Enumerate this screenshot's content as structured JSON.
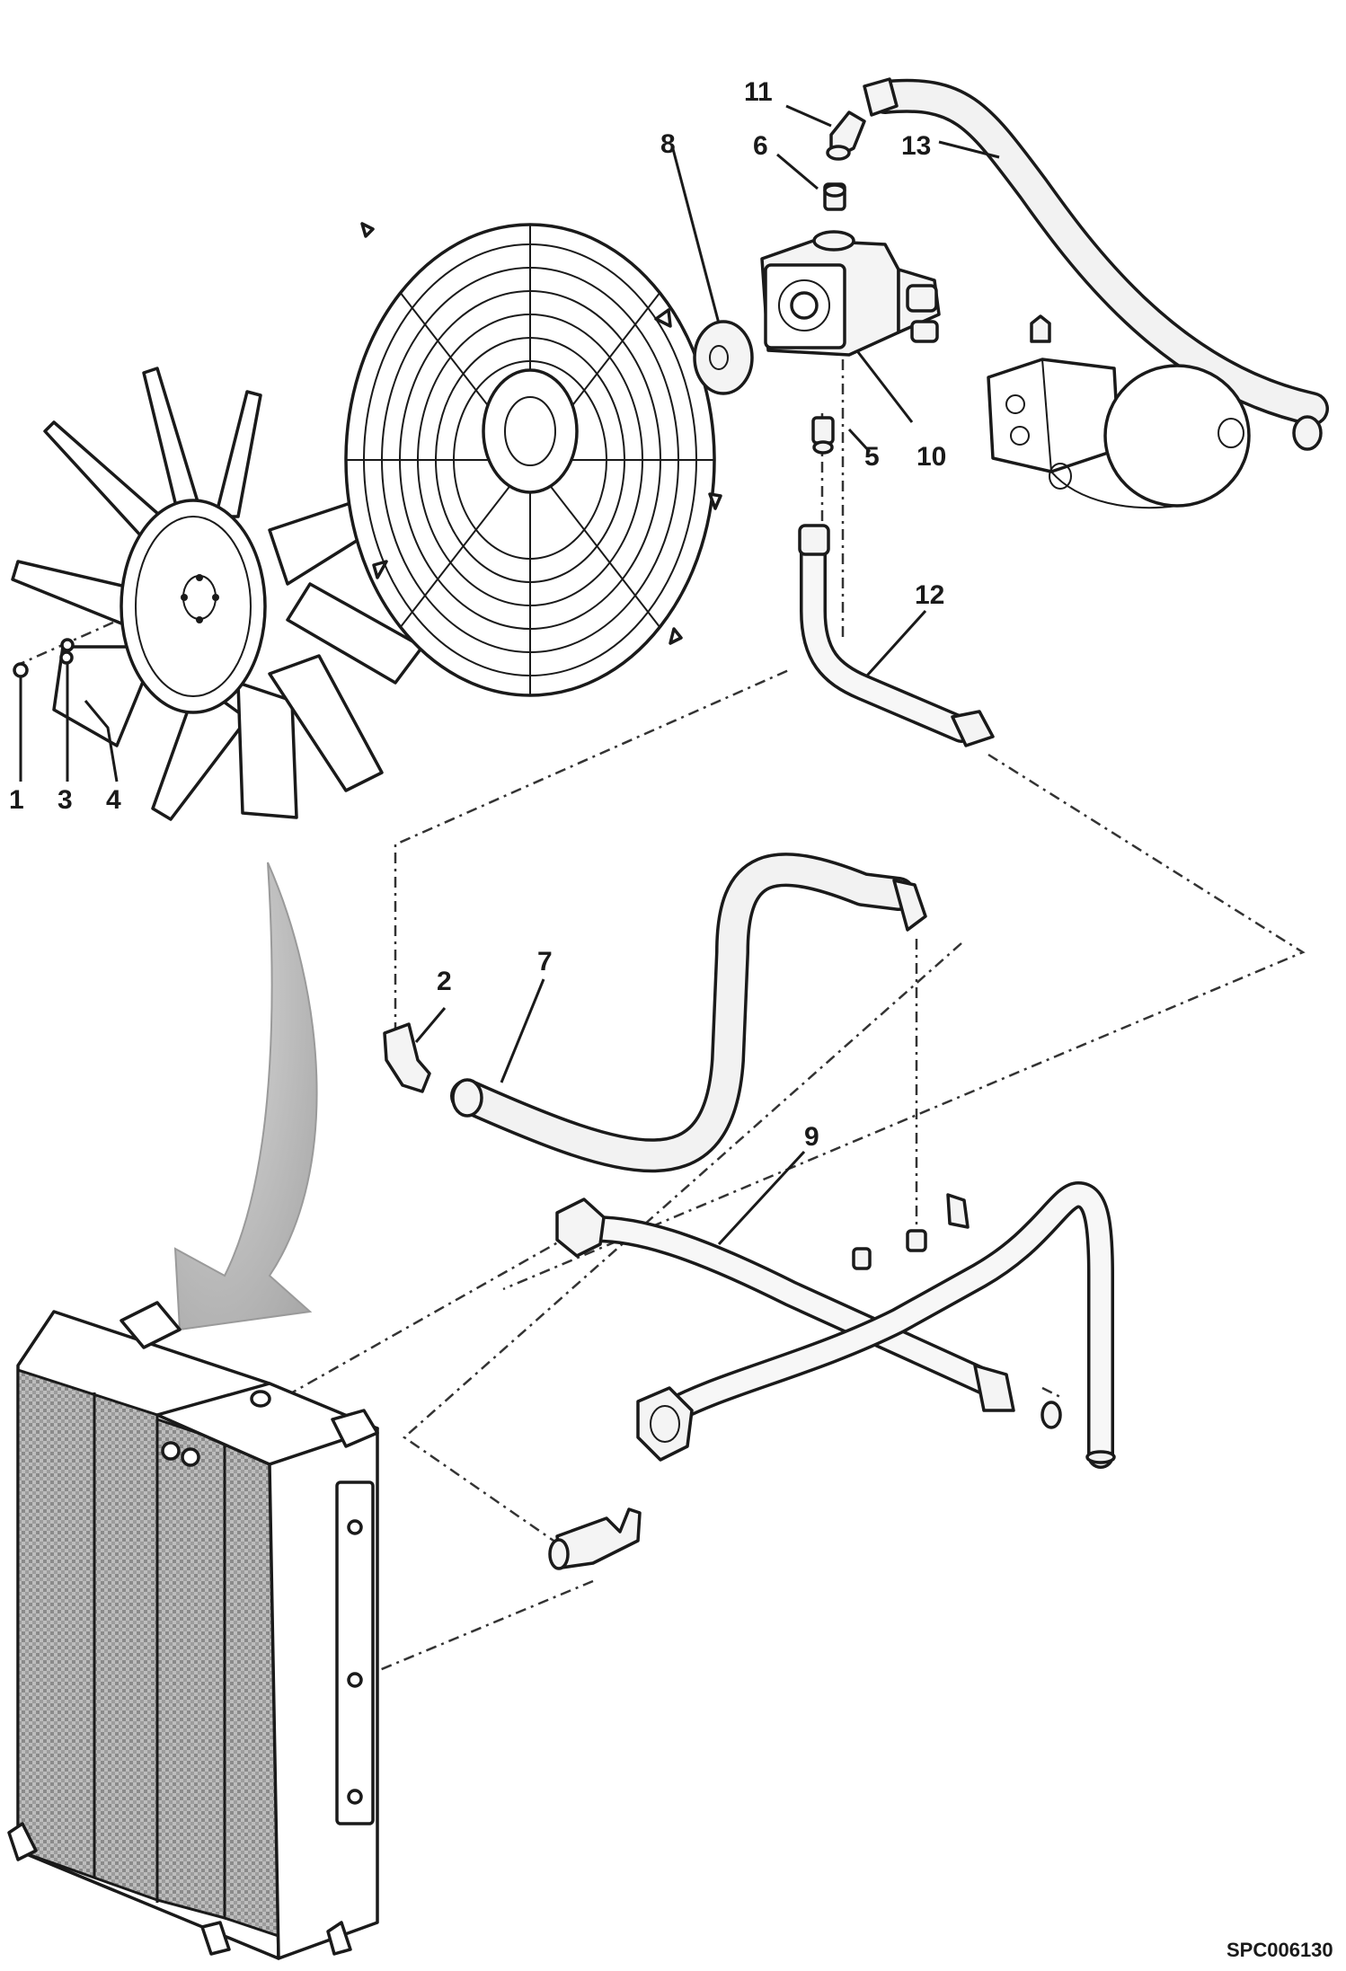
{
  "figure_code": "SPC006130",
  "callouts": {
    "c1": "1",
    "c2": "2",
    "c3": "3",
    "c4": "4",
    "c5": "5",
    "c6": "6",
    "c7": "7",
    "c8": "8",
    "c9": "9",
    "c10": "10",
    "c11": "11",
    "c12": "12",
    "c13": "13"
  }
}
